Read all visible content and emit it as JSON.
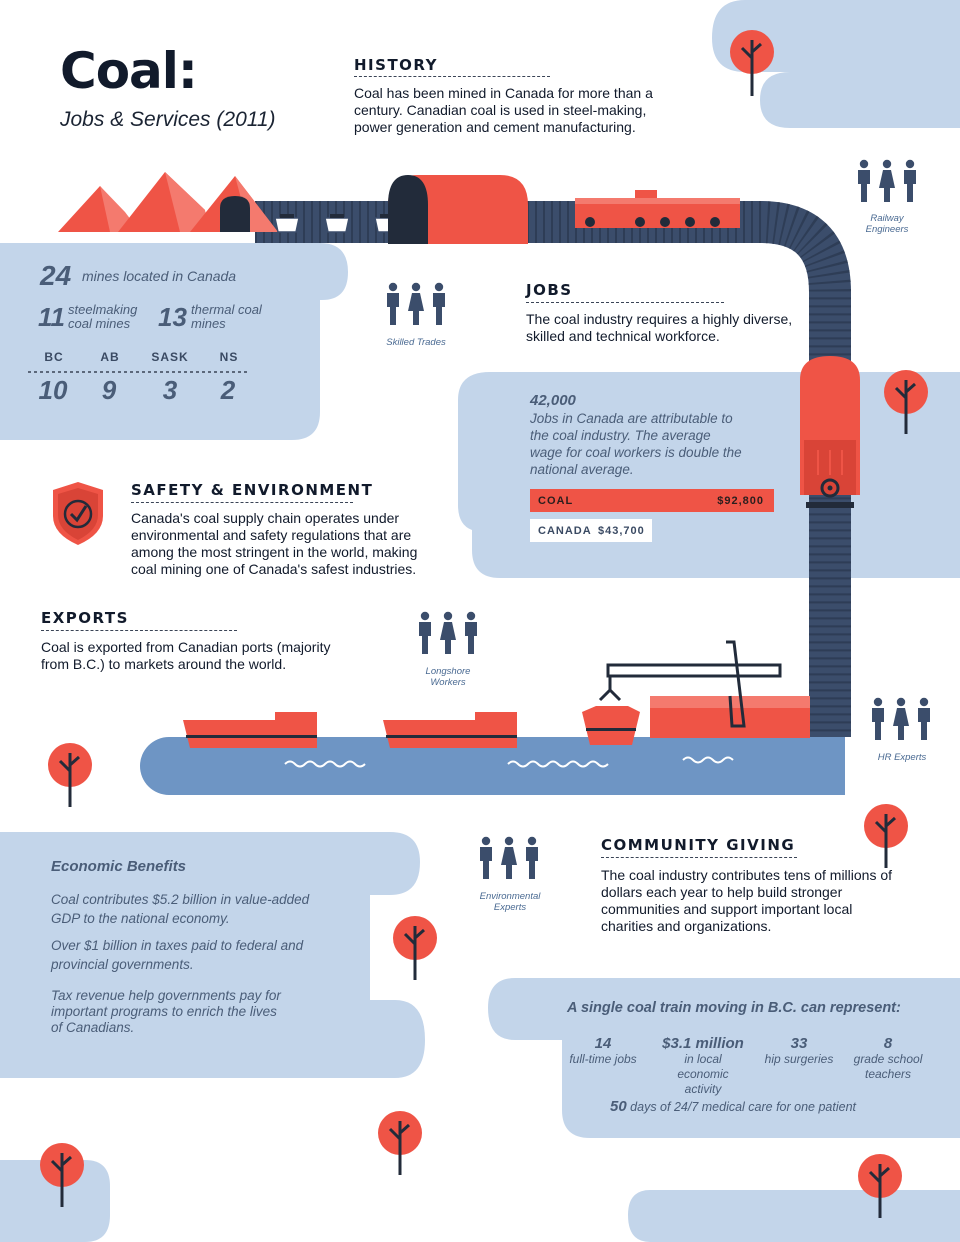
{
  "title": "Coal:",
  "subtitle": "Jobs & Services (2011)",
  "history": {
    "heading": "HISTORY",
    "text": "Coal has been mined in Canada for more than a century. Canadian coal is used in steel-making, power generation and cement manufacturing."
  },
  "mines": {
    "total": "24",
    "total_label": "mines located in Canada",
    "steel_n": "11",
    "steel_label": "steelmaking coal mines",
    "thermal_n": "13",
    "thermal_label": "thermal coal mines",
    "provinces": [
      {
        "name": "BC",
        "value": "10"
      },
      {
        "name": "AB",
        "value": "9"
      },
      {
        "name": "SASK",
        "value": "3"
      },
      {
        "name": "NS",
        "value": "2"
      }
    ]
  },
  "jobs": {
    "heading": "JOBS",
    "text": "The coal industry requires a highly diverse, skilled and technical workforce.",
    "count": "42,000",
    "detail": "Jobs in Canada are attributable to the coal industry. The average wage for coal workers is double the national average.",
    "coal_label": "COAL",
    "coal_wage": "$92,800",
    "canada_label": "CANADA",
    "canada_wage": "$43,700"
  },
  "safety": {
    "heading": "SAFETY & ENVIRONMENT",
    "text": "Canada's coal supply chain operates under environmental and safety regulations that are among the most stringent in the world, making coal mining one of Canada's safest industries."
  },
  "exports": {
    "heading": "EXPORTS",
    "text": "Coal is exported from Canadian ports (majority from B.C.) to markets around the world."
  },
  "workers": {
    "railway": "Railway Engineers",
    "skilled": "Skilled Trades",
    "longshore": "Longshore Workers",
    "hr": "HR Experts",
    "env": "Environmental Experts"
  },
  "economic": {
    "heading": "Economic Benefits",
    "p1": "Coal contributes $5.2 billion in value-added GDP to the national economy.",
    "p2": "Over $1 billion in taxes paid to federal and provincial governments.",
    "p3": "Tax revenue help governments pay for important programs to enrich the lives of Canadians."
  },
  "community": {
    "heading": "COMMUNITY GIVING",
    "text": "The coal industry contributes tens of millions of dollars each year to help build stronger communities and support important local charities and organizations."
  },
  "train": {
    "heading": "A single coal train moving in B.C. can represent:",
    "stats": [
      {
        "n": "14",
        "d": "full-time jobs"
      },
      {
        "n": "$3.1 million",
        "d": "in local economic activity"
      },
      {
        "n": "33",
        "d": "hip surgeries"
      },
      {
        "n": "8",
        "d": "grade school teachers"
      }
    ],
    "last_n": "50",
    "last_d": "days of 24/7 medical care for one patient"
  },
  "colors": {
    "red": "#ef5446",
    "navy": "#3b4d6b",
    "light_blue": "#c3d5ea",
    "water": "#6e95c4"
  }
}
